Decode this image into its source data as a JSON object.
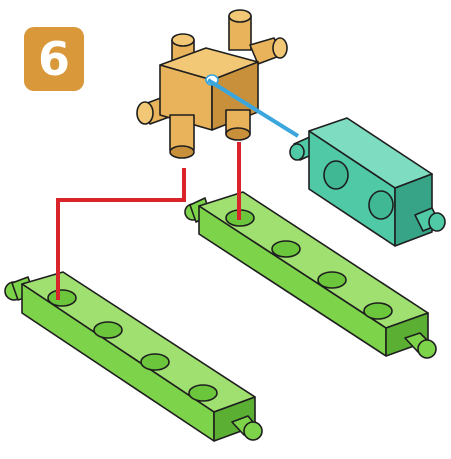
{
  "step": {
    "number": "6"
  },
  "colors": {
    "badge": "#D9983A",
    "connector_tan": "#E8B35A",
    "connector_tan_shade": "#C8903A",
    "beam_green": "#7DD34A",
    "beam_green_shade": "#5BAF32",
    "beam_green_light": "#9FE070",
    "teal_block": "#4FC9A6",
    "teal_shade": "#37A487",
    "outline": "#1e1e1e",
    "guide_red": "#D8242A",
    "guide_blue": "#3BA6DD"
  },
  "parts": [
    {
      "name": "double-peg-connector",
      "color": "tan"
    },
    {
      "name": "two-hole-block",
      "color": "teal"
    },
    {
      "name": "four-hole-beam",
      "color": "green"
    },
    {
      "name": "four-hole-beam",
      "color": "green"
    }
  ],
  "guides": [
    {
      "name": "assembly-line-left",
      "color": "red"
    },
    {
      "name": "assembly-line-right",
      "color": "red"
    },
    {
      "name": "assembly-line-teal",
      "color": "blue"
    }
  ]
}
